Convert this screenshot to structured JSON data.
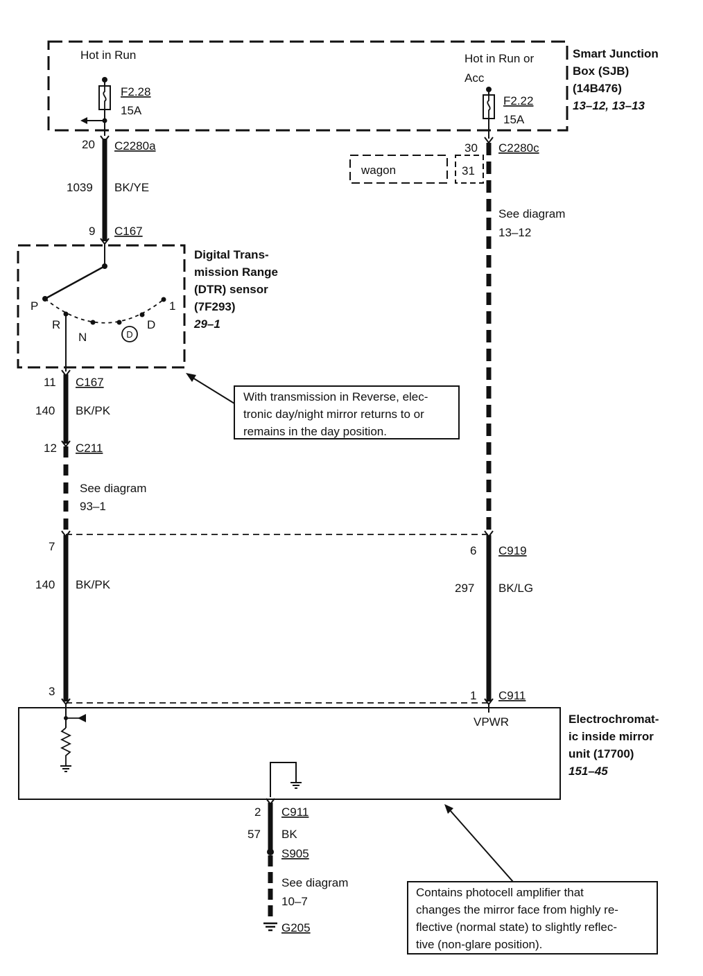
{
  "sjb": {
    "title_lines": [
      "Smart Junction",
      "Box (SJB)",
      "(14B476)"
    ],
    "ref": "13–12, 13–13",
    "left_supply": "Hot in Run",
    "right_supply_lines": [
      "Hot in Run or",
      "Acc"
    ],
    "fuse_left": {
      "id": "F2.28",
      "rating": "15A"
    },
    "fuse_right": {
      "id": "F2.22",
      "rating": "15A"
    }
  },
  "left_circuit": {
    "c2280a_pin": "20",
    "c2280a": "C2280a",
    "wire_num": "1039",
    "wire_color": "BK/YE",
    "c167_in_pin": "9",
    "c167_in": "C167"
  },
  "dtr": {
    "title_lines": [
      "Digital Trans-",
      "mission Range",
      "(DTR) sensor",
      "(7F293)"
    ],
    "ref": "29–1",
    "positions": {
      "p": "P",
      "r": "R",
      "n": "N",
      "d": "D",
      "one": "1",
      "od": "D"
    }
  },
  "reverse_note": [
    "With transmission in Reverse, elec-",
    "tronic day/night mirror returns to or",
    "remains in the day position."
  ],
  "left_lower": {
    "c167_out_pin": "11",
    "c167_out": "C167",
    "wire_num": "140",
    "wire_color": "BK/PK",
    "c211_pin": "12",
    "c211": "C211",
    "see_lines": [
      "See diagram",
      "93–1"
    ],
    "c919_pin": "7",
    "wire2_num": "140",
    "wire2_color": "BK/PK",
    "c911_pin": "3"
  },
  "right_circuit": {
    "c2280c_pin": "30",
    "c2280c": "C2280c",
    "wagon": "wagon",
    "wagon_pin": "31",
    "see_lines": [
      "See diagram",
      "13–12"
    ],
    "c919_pin": "6",
    "c919": "C919",
    "wire_num": "297",
    "wire_color": "BK/LG",
    "c911_pin": "1",
    "c911": "C911",
    "vpwr": "VPWR"
  },
  "mirror": {
    "title_lines": [
      "Electrochromat-",
      "ic inside mirror",
      "unit (17700)"
    ],
    "ref": "151–45"
  },
  "ground_circuit": {
    "c911_pin": "2",
    "c911": "C911",
    "wire_num": "57",
    "wire_color": "BK",
    "splice": "S905",
    "see_lines": [
      "See diagram",
      "10–7"
    ],
    "ground": "G205"
  },
  "photocell_note": [
    "Contains photocell amplifier that",
    "changes the mirror face from highly re-",
    "flective (normal state) to slightly reflec-",
    "tive (non-glare position)."
  ]
}
